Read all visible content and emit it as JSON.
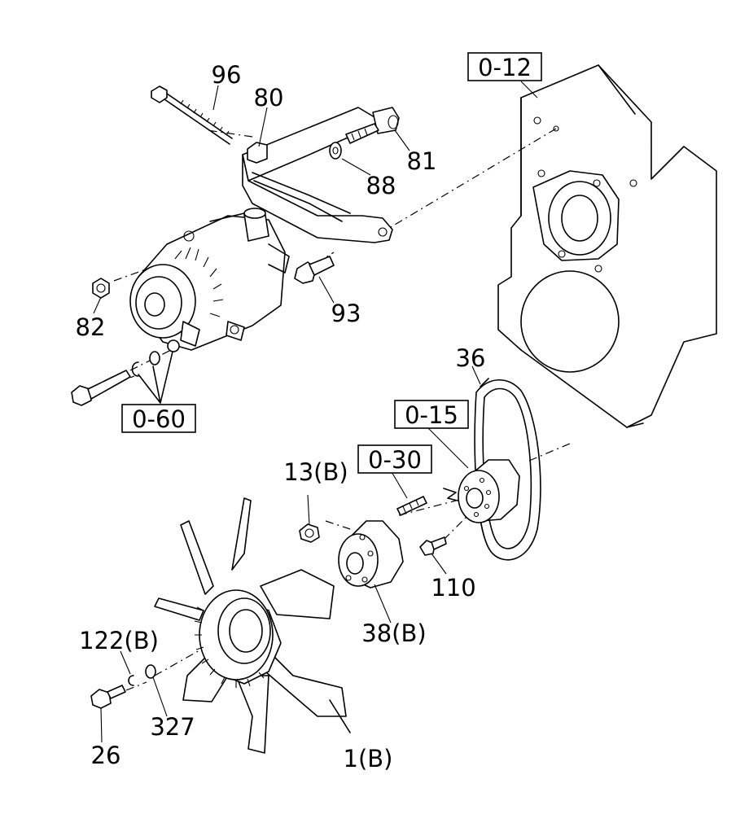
{
  "labels": {
    "p96": "96",
    "p80": "80",
    "p81": "81",
    "p88": "88",
    "p93": "93",
    "p82": "82",
    "p36": "36",
    "p13b": "13(B)",
    "p110": "110",
    "p38b": "38(B)",
    "p122b": "122(B)",
    "p327": "327",
    "p26": "26",
    "p1b": "1(B)"
  },
  "refs": {
    "r012": "0-12",
    "r060": "0-60",
    "r015": "0-15",
    "r030": "0-30"
  }
}
